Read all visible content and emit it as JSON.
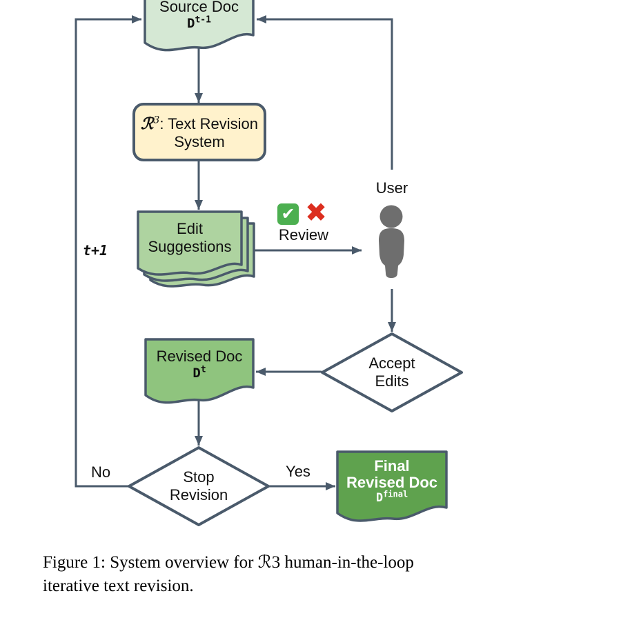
{
  "colors": {
    "background": "#ffffff",
    "stroke": "#4a5a6b",
    "text": "#111111",
    "source_doc_fill": "#d5e8d4",
    "system_fill": "#fff2cc",
    "suggestions_fill": "#aed3a0",
    "revised_doc_fill": "#8fc47e",
    "final_doc_fill": "#5fa24e",
    "final_doc_text": "#ffffff",
    "user_icon": "#6e6e6e",
    "check_green": "#4caf50",
    "cross_red": "#dc2e1f"
  },
  "nodes": {
    "source_doc": {
      "title": "Source Doc",
      "symbol_base": "D",
      "symbol_sup": "t-1"
    },
    "revision_system": {
      "symbol_base": "ℛ",
      "symbol_sup": "3",
      "label_rest": ": Text Revision",
      "label_line2": "System"
    },
    "edit_suggestions": {
      "line1": "Edit",
      "line2": "Suggestions"
    },
    "review": {
      "label": "Review"
    },
    "user": {
      "label": "User"
    },
    "accept_edits": {
      "line1": "Accept",
      "line2": "Edits"
    },
    "revised_doc": {
      "title": "Revised Doc",
      "symbol_base": "D",
      "symbol_sup": "t"
    },
    "stop_revision": {
      "line1": "Stop",
      "line2": "Revision"
    },
    "final_revised_doc": {
      "line1": "Final",
      "line2": "Revised Doc",
      "symbol_base": "D",
      "symbol_sup": "final"
    }
  },
  "edges": {
    "iteration_label": "t+1",
    "no_label": "No",
    "yes_label": "Yes"
  },
  "icons": {
    "check_glyph": "✔",
    "cross_glyph": "✖"
  },
  "caption": {
    "lines": [
      "Figure 1: System overview for ℛ3 human-in-the-loop",
      "iterative text revision."
    ]
  }
}
